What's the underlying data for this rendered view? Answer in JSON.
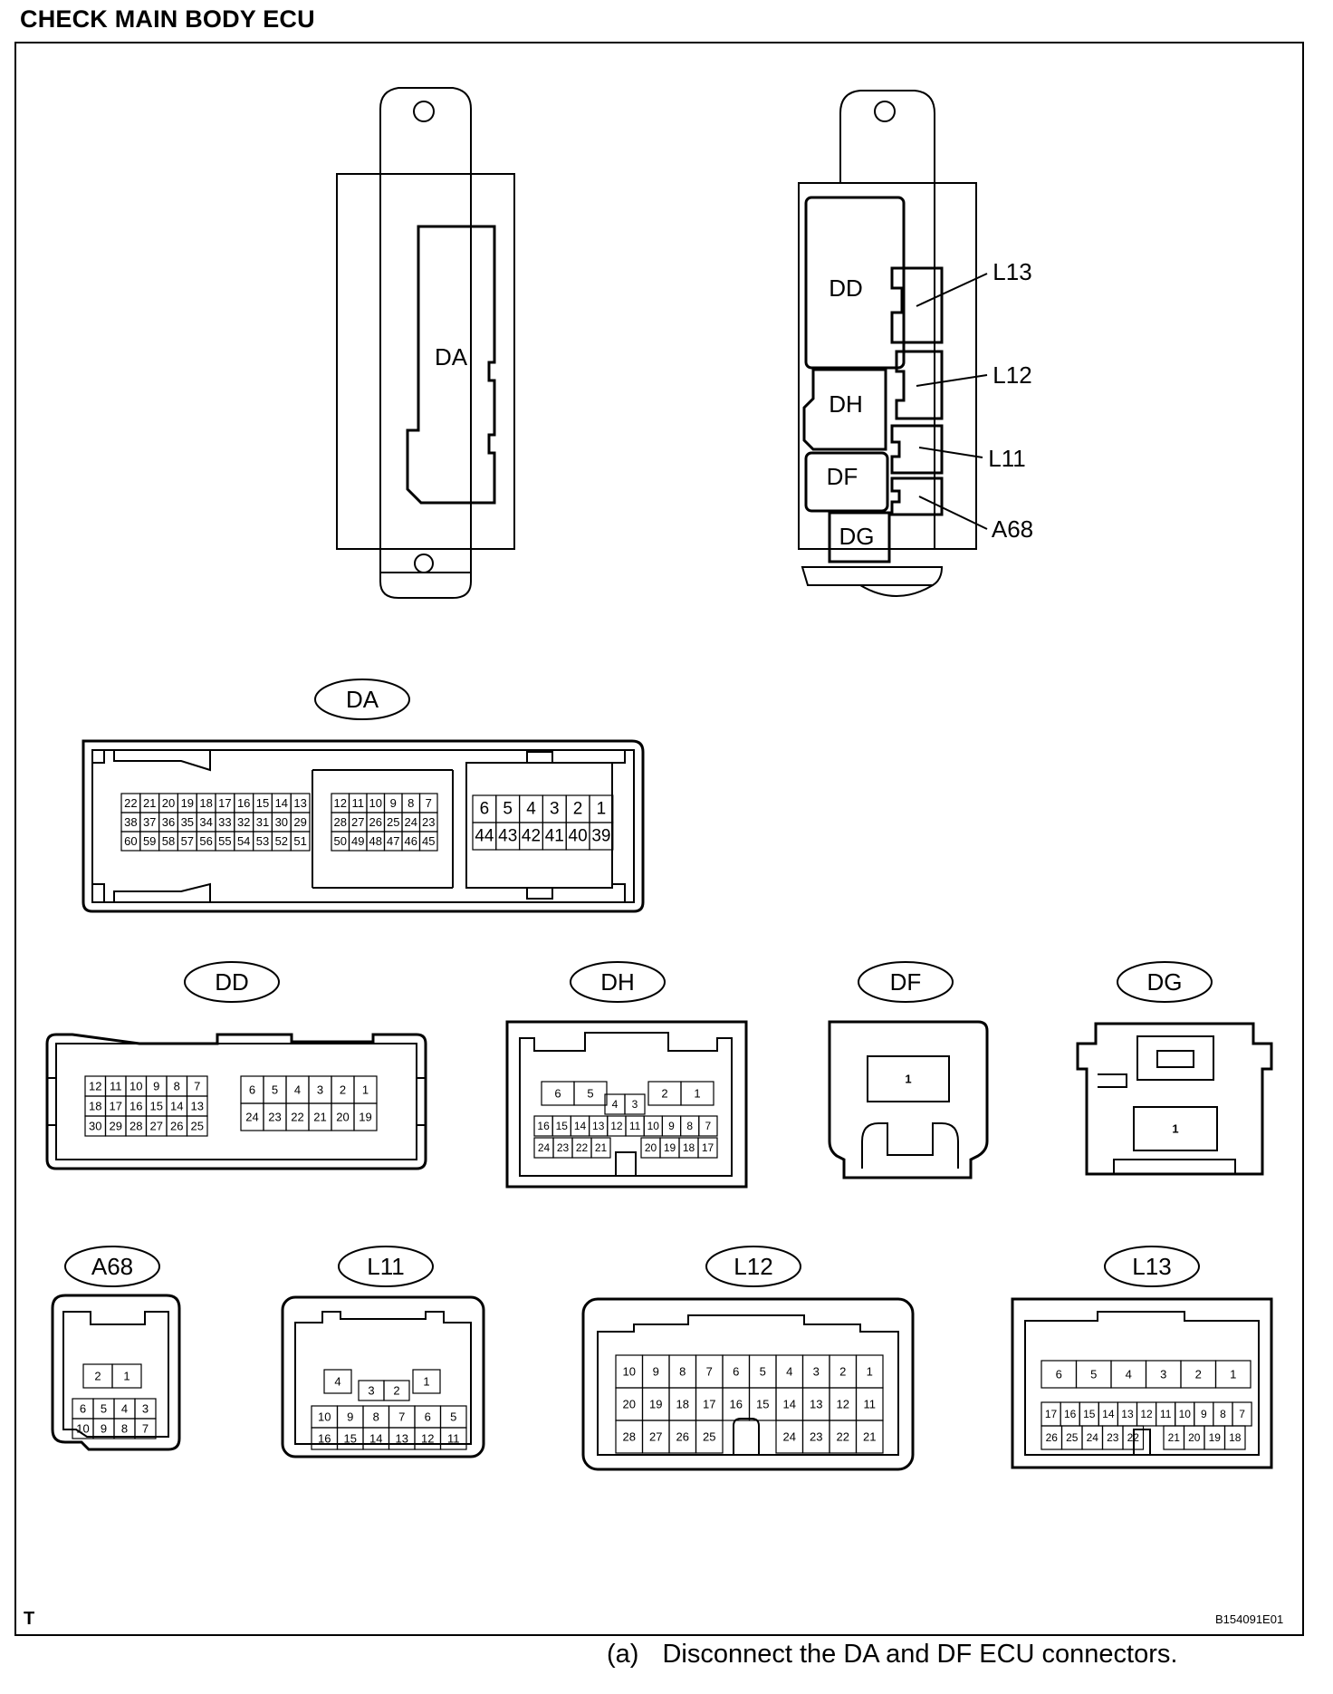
{
  "page": {
    "title": "CHECK MAIN BODY ECU",
    "frame_code": "T",
    "figure_id": "B154091E01",
    "step": {
      "marker": "(a)",
      "text": "Disconnect the DA and DF ECU connectors."
    }
  },
  "ecu_views": {
    "rear": {
      "connector_labels": [
        "DA"
      ]
    },
    "front": {
      "connector_labels": [
        "DD",
        "DH",
        "DF",
        "DG"
      ],
      "callouts": [
        "L13",
        "L12",
        "L11",
        "A68"
      ]
    }
  },
  "connectors": {
    "DA": {
      "name": "DA",
      "groups": [
        [
          [
            "22",
            "21",
            "20",
            "19",
            "18",
            "17",
            "16",
            "15",
            "14",
            "13"
          ],
          [
            "38",
            "37",
            "36",
            "35",
            "34",
            "33",
            "32",
            "31",
            "30",
            "29"
          ],
          [
            "60",
            "59",
            "58",
            "57",
            "56",
            "55",
            "54",
            "53",
            "52",
            "51"
          ]
        ],
        [
          [
            "12",
            "11",
            "10",
            "9",
            "8",
            "7"
          ],
          [
            "28",
            "27",
            "26",
            "25",
            "24",
            "23"
          ],
          [
            "50",
            "49",
            "48",
            "47",
            "46",
            "45"
          ]
        ],
        [
          [
            "6",
            "5",
            "4",
            "3",
            "2",
            "1"
          ],
          [
            "44",
            "43",
            "42",
            "41",
            "40",
            "39"
          ]
        ]
      ]
    },
    "DD": {
      "name": "DD",
      "groups": [
        [
          [
            "12",
            "11",
            "10",
            "9",
            "8",
            "7"
          ],
          [
            "18",
            "17",
            "16",
            "15",
            "14",
            "13"
          ],
          [
            "30",
            "29",
            "28",
            "27",
            "26",
            "25"
          ]
        ],
        [
          [
            "6",
            "5",
            "4",
            "3",
            "2",
            "1"
          ],
          [
            "24",
            "23",
            "22",
            "21",
            "20",
            "19"
          ]
        ]
      ]
    },
    "DH": {
      "name": "DH",
      "top": [
        [
          "6",
          "5"
        ],
        [
          "4",
          "3"
        ],
        [
          "2",
          "1"
        ]
      ],
      "bottom": [
        [
          [
            "16",
            "15",
            "14",
            "13",
            "12",
            "11",
            "10",
            "9",
            "8",
            "7"
          ]
        ],
        [
          [
            "24",
            "23",
            "22",
            "21"
          ],
          [
            "20",
            "19",
            "18",
            "17"
          ]
        ]
      ]
    },
    "DF": {
      "name": "DF",
      "pins": [
        "1"
      ]
    },
    "DG": {
      "name": "DG",
      "pins": [
        "1"
      ]
    },
    "A68": {
      "name": "A68",
      "rows": [
        [
          "2",
          "1"
        ],
        [
          "6",
          "5",
          "4",
          "3"
        ],
        [
          "10",
          "9",
          "8",
          "7"
        ]
      ]
    },
    "L11": {
      "name": "L11",
      "top": [
        "4",
        "3",
        "2",
        "1"
      ],
      "rows": [
        [
          "10",
          "9",
          "8",
          "7",
          "6",
          "5"
        ],
        [
          "16",
          "15",
          "14",
          "13",
          "12",
          "11"
        ]
      ]
    },
    "L12": {
      "name": "L12",
      "rows": [
        [
          "10",
          "9",
          "8",
          "7",
          "6",
          "5",
          "4",
          "3",
          "2",
          "1"
        ],
        [
          "20",
          "19",
          "18",
          "17",
          "16",
          "15",
          "14",
          "13",
          "12",
          "11"
        ],
        [
          "28",
          "27",
          "26",
          "25",
          "",
          "",
          "24",
          "23",
          "22",
          "21"
        ]
      ]
    },
    "L13": {
      "name": "L13",
      "rows": [
        [
          "6",
          "5",
          "4",
          "3",
          "2",
          "1"
        ],
        [
          "17",
          "16",
          "15",
          "14",
          "13",
          "12",
          "11",
          "10",
          "9",
          "8",
          "7"
        ],
        [
          "26",
          "25",
          "24",
          "23",
          "22",
          "",
          "21",
          "20",
          "19",
          "18"
        ]
      ]
    }
  }
}
